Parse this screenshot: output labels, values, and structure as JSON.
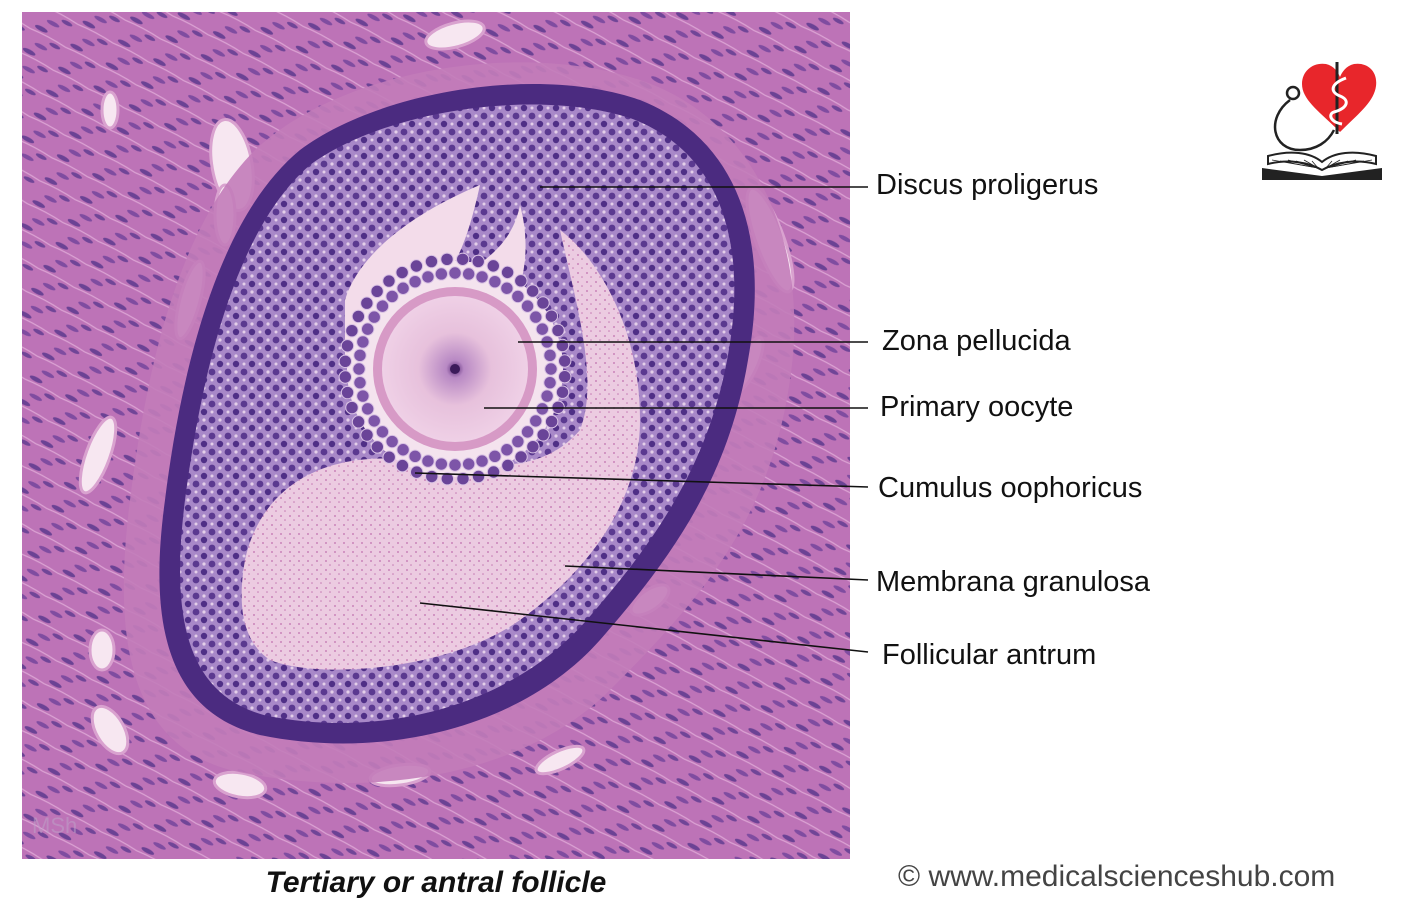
{
  "image": {
    "subject": "H&E stained histology micrograph of an ovarian follicle",
    "colors": {
      "stroma": "#b96fb4",
      "stroma_dark": "#8a4596",
      "granulosa": "#6d3f95",
      "antrum_fluid": "#ecc7df",
      "oocyte": "#e7c1dc",
      "vessel_lumen": "#f7e7f1"
    }
  },
  "labels": [
    {
      "id": "discus-proligerus",
      "text": "Discus proligerus"
    },
    {
      "id": "zona-pellucida",
      "text": "Zona pellucida"
    },
    {
      "id": "primary-oocyte",
      "text": "Primary oocyte"
    },
    {
      "id": "cumulus-oophoricus",
      "text": "Cumulus oophoricus"
    },
    {
      "id": "membrana-granulosa",
      "text": "Membrana granulosa"
    },
    {
      "id": "follicular-antrum",
      "text": "Follicular antrum"
    }
  ],
  "caption": "Tertiary or antral follicle",
  "copyright": "© www.medicalscienceshub.com",
  "watermark": "MSh",
  "logo": {
    "icon": "heart-caduceus-book-logo",
    "colors": {
      "heart": "#e8262b",
      "ink": "#222222"
    }
  }
}
